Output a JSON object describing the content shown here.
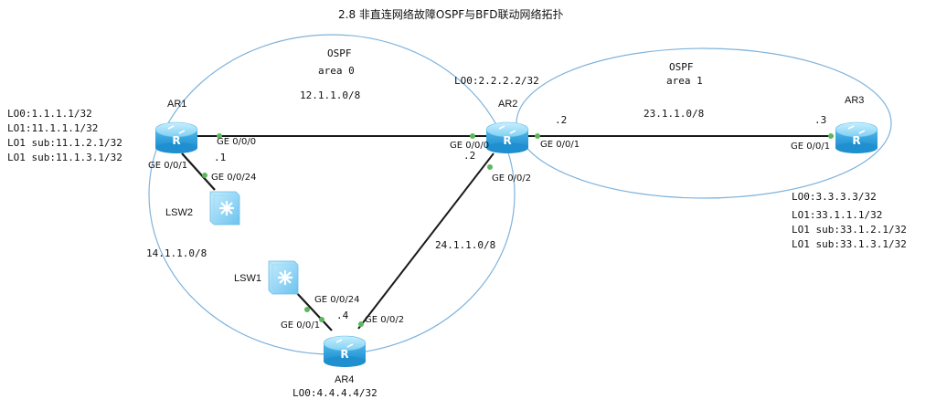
{
  "title": "2.8  非直连网络故障OSPF与BFD联动网络拓扑",
  "colors": {
    "ospf_circle": "#7fb3dc",
    "link": "#1a1a1a",
    "port_dot": "#5cb85c",
    "router_top": "#8fd3f2",
    "router_body": "#39a8e0",
    "switch_body": "#7ecbf0"
  },
  "areas": [
    {
      "name": "OSPF",
      "area": "area 0"
    },
    {
      "name": "OSPF",
      "area": "area 1"
    }
  ],
  "devices": {
    "ar1": {
      "label": "AR1",
      "icon": "router-icon",
      "loopbacks": [
        "LO0:1.1.1.1/32",
        "LO1:11.1.1.1/32",
        "LO1 sub:11.1.2.1/32",
        "LO1 sub:11.1.3.1/32"
      ]
    },
    "ar2": {
      "label": "AR2",
      "icon": "router-icon",
      "loopbacks": [
        "LO0:2.2.2.2/32"
      ]
    },
    "ar3": {
      "label": "AR3",
      "icon": "router-icon",
      "loopbacks": [
        "LO0:3.3.3.3/32",
        "LO1:33.1.1.1/32",
        "LO1 sub:33.1.2.1/32",
        "LO1 sub:33.1.3.1/32"
      ]
    },
    "ar4": {
      "label": "AR4",
      "icon": "router-icon",
      "loopbacks": [
        "LO0:4.4.4.4/32"
      ]
    },
    "lsw1": {
      "label": "LSW1",
      "icon": "switch-icon"
    },
    "lsw2": {
      "label": "LSW2",
      "icon": "switch-icon"
    }
  },
  "networks": {
    "ar1_ar2": "12.1.1.0/8",
    "ar2_ar3": "23.1.1.0/8",
    "ar2_ar4": "24.1.1.0/8",
    "ar1_ar4": "14.1.1.0/8"
  },
  "ports": {
    "ar1_ge000": "GE 0/0/0",
    "ar2_ge000": "GE 0/0/0",
    "ar2_ge001": "GE 0/0/1",
    "ar3_ge001": "GE 0/0/1",
    "ar1_ge001": "GE 0/0/1",
    "lsw2_ge0024": "GE 0/0/24",
    "ar2_ge002": "GE 0/0/2",
    "lsw1_ge0024": "GE 0/0/24",
    "ar4_ge001": "GE 0/0/1",
    "ar4_ge002": "GE 0/0/2"
  },
  "host_ids": {
    "ar1": ".1",
    "ar2_left": ".2",
    "ar2_right": ".2",
    "ar3": ".3",
    "ar4": ".4"
  }
}
